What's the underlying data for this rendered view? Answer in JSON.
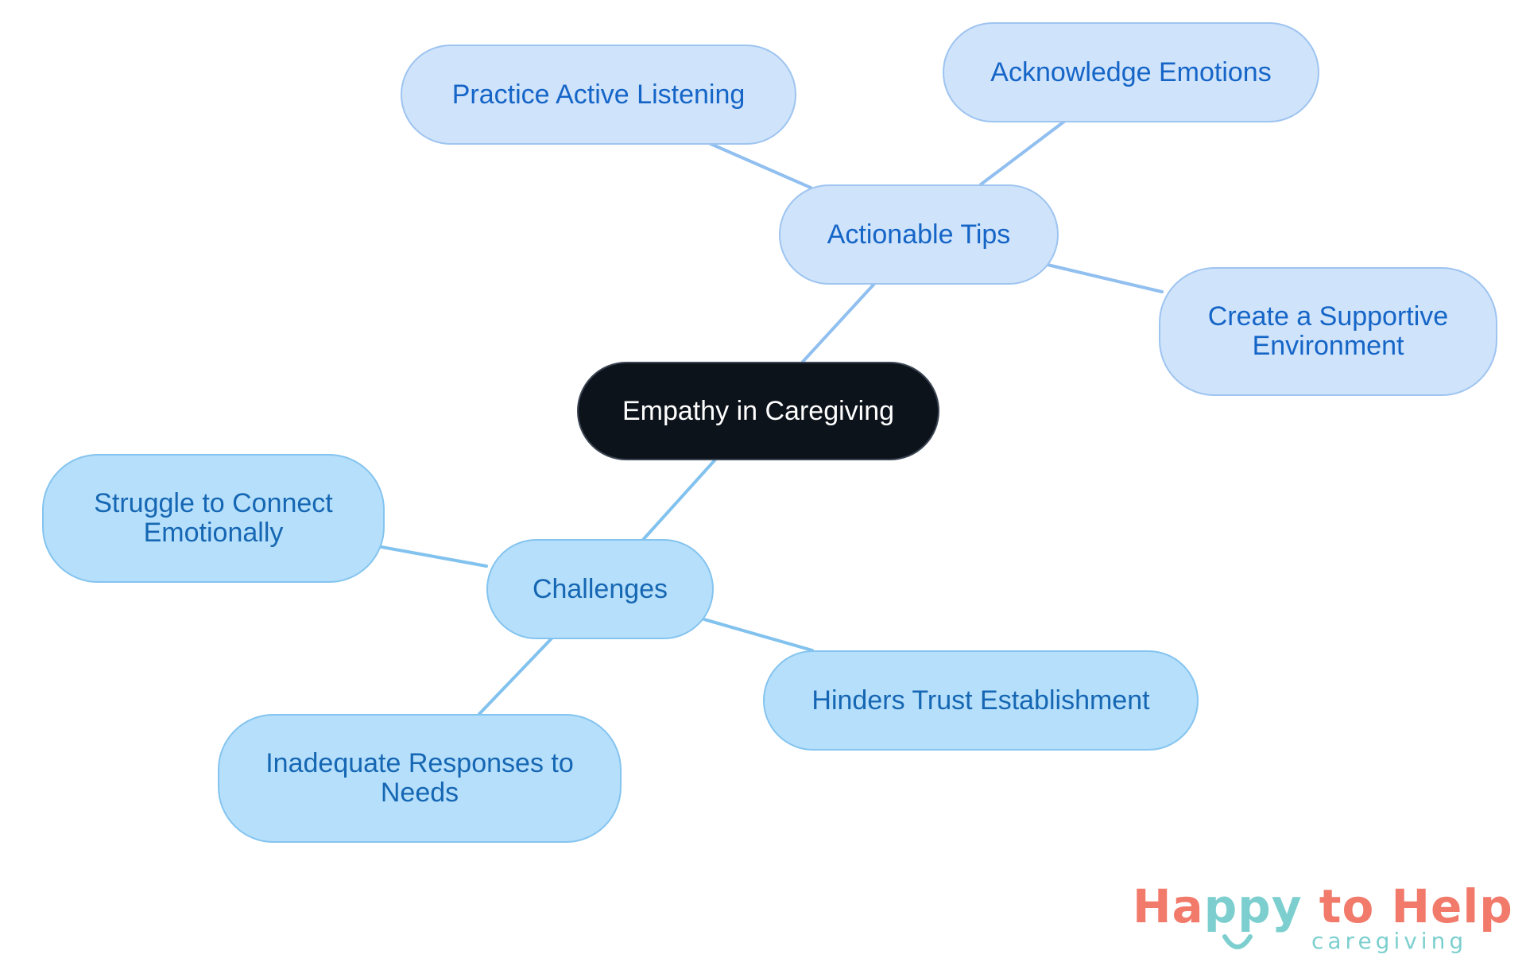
{
  "diagram": {
    "root": {
      "label": "Empathy in Caregiving"
    },
    "branches": [
      {
        "label": "Actionable Tips",
        "children": [
          {
            "label": "Practice Active Listening"
          },
          {
            "label": "Acknowledge Emotions"
          },
          {
            "label": "Create a Supportive Environment"
          }
        ]
      },
      {
        "label": "Challenges",
        "children": [
          {
            "label": "Struggle to Connect Emotionally"
          },
          {
            "label": "Hinders Trust Establishment"
          },
          {
            "label": "Inadequate Responses to Needs"
          }
        ]
      }
    ]
  },
  "logo": {
    "title_part1": "Ha",
    "title_part2": "ppy",
    "title_part3": " to Help",
    "subtitle": "caregiving"
  },
  "colors": {
    "root_fill": "#0d131b",
    "tips_fill": "#cfe3fb",
    "tips_text": "#1565c7",
    "challenges_fill": "#b6dffb",
    "challenges_text": "#1667b3",
    "logo_coral": "#f17a6b",
    "logo_teal": "#7dcfcf"
  }
}
